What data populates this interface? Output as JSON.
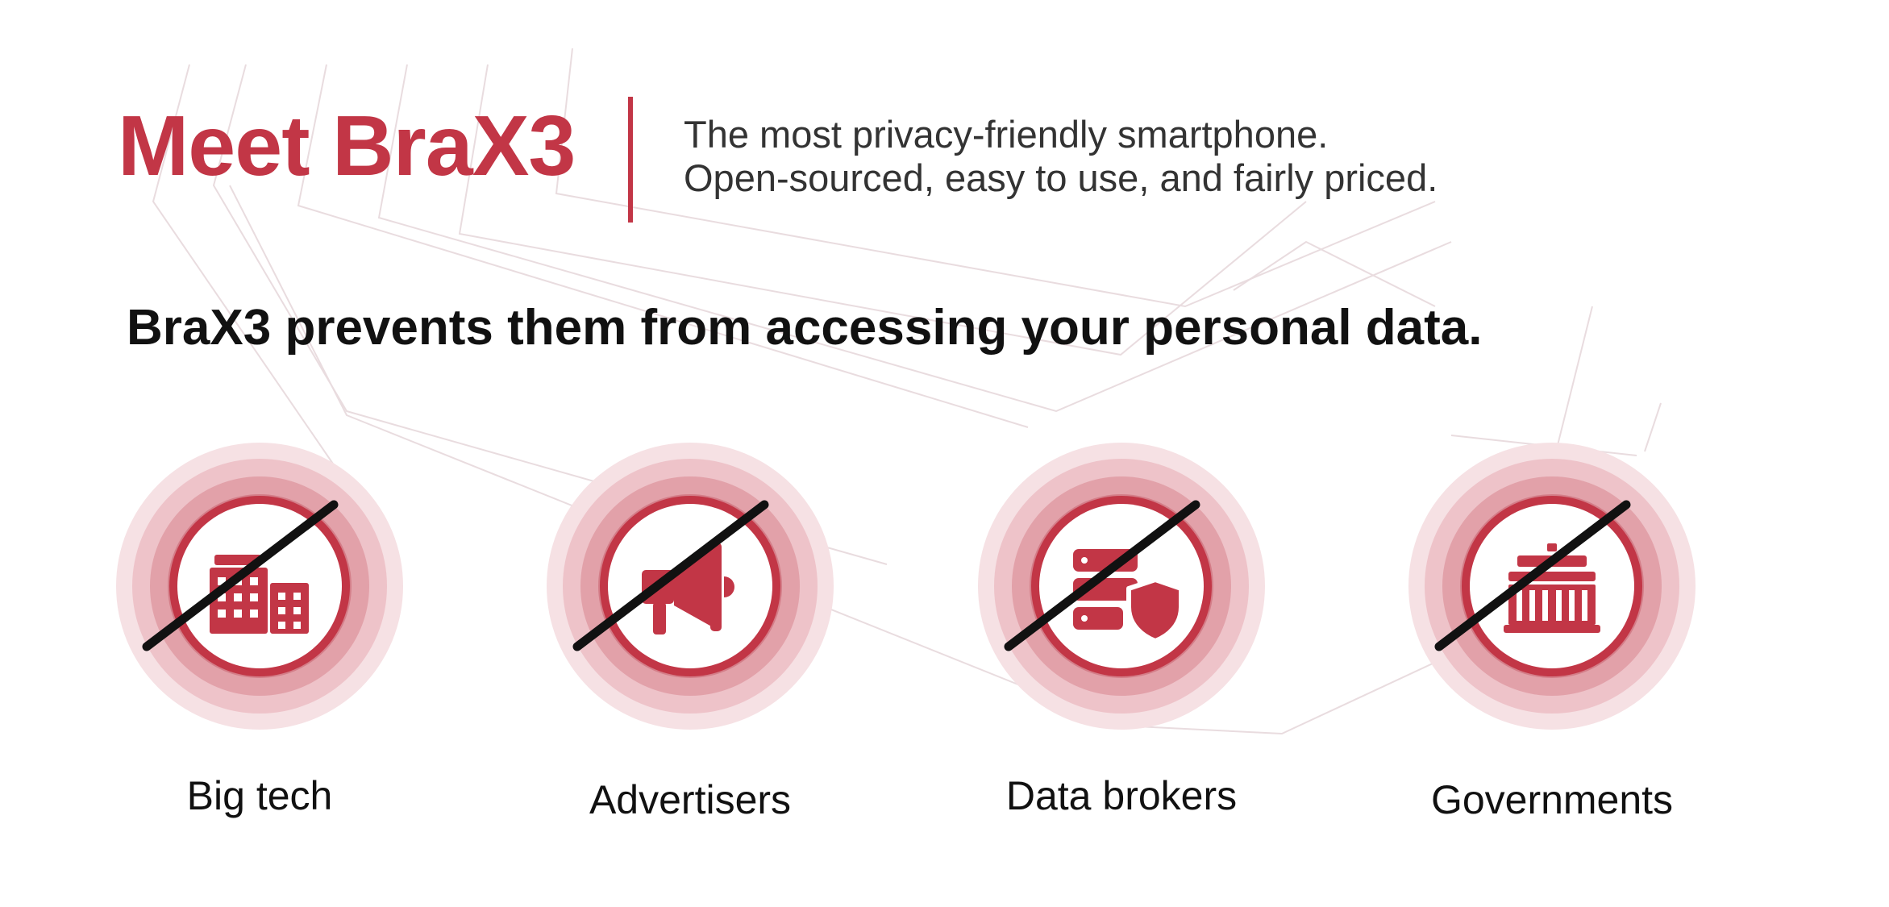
{
  "colors": {
    "brand_red": "#c23646",
    "ring_1": "#f6e1e4",
    "ring_2": "#eec3c9",
    "ring_3": "#e2a1a9",
    "ring_4": "#d47d88",
    "slash": "#111111",
    "text_dark": "#333333",
    "text_black": "#111111",
    "bg_line": "#e9dcdf"
  },
  "hero": {
    "title": "Meet BraX3",
    "tagline_line1": "The most privacy-friendly smartphone.",
    "tagline_line2": "Open-sourced, easy to use, and fairly priced."
  },
  "headline": "BraX3 prevents them from accessing your personal data.",
  "badges": [
    {
      "id": "big-tech",
      "label": "Big tech",
      "icon": "office-building-icon"
    },
    {
      "id": "advertisers",
      "label": "Advertisers",
      "icon": "megaphone-icon"
    },
    {
      "id": "data-brokers",
      "label": "Data brokers",
      "icon": "database-shield-icon"
    },
    {
      "id": "governments",
      "label": "Governments",
      "icon": "government-building-icon"
    }
  ]
}
